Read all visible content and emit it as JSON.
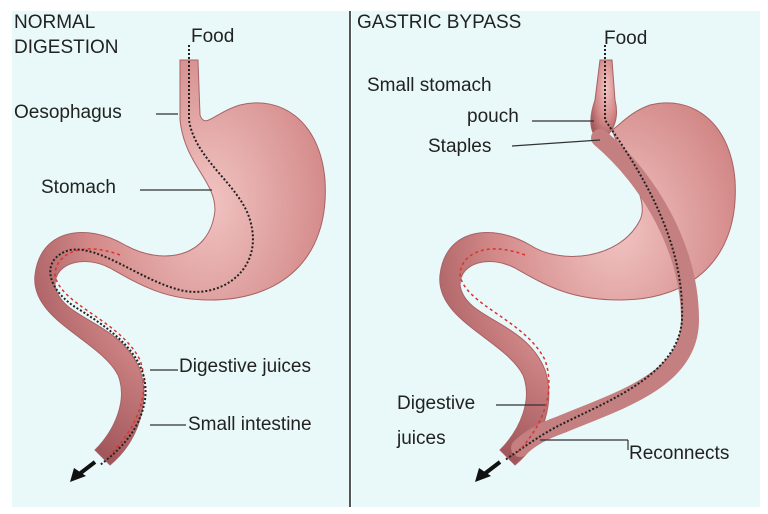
{
  "left_panel": {
    "title_line1": "NORMAL",
    "title_line2": "DIGESTION",
    "labels": {
      "food": "Food",
      "oesophagus": "Oesophagus",
      "stomach": "Stomach",
      "digestive_juices": "Digestive juices",
      "small_intestine": "Small intestine"
    }
  },
  "right_panel": {
    "title": "GASTRIC BYPASS",
    "labels": {
      "food": "Food",
      "small_stomach_line1": "Small stomach",
      "small_stomach_line2": "pouch",
      "staples": "Staples",
      "digestive_line1": "Digestive",
      "digestive_line2": "juices",
      "reconnects": "Reconnects"
    }
  },
  "colors": {
    "background": "#e9f9f9",
    "organ": "#d98e8e",
    "organ_dark": "#a85a5e",
    "path": "#222222",
    "juice": "#d8332e"
  }
}
